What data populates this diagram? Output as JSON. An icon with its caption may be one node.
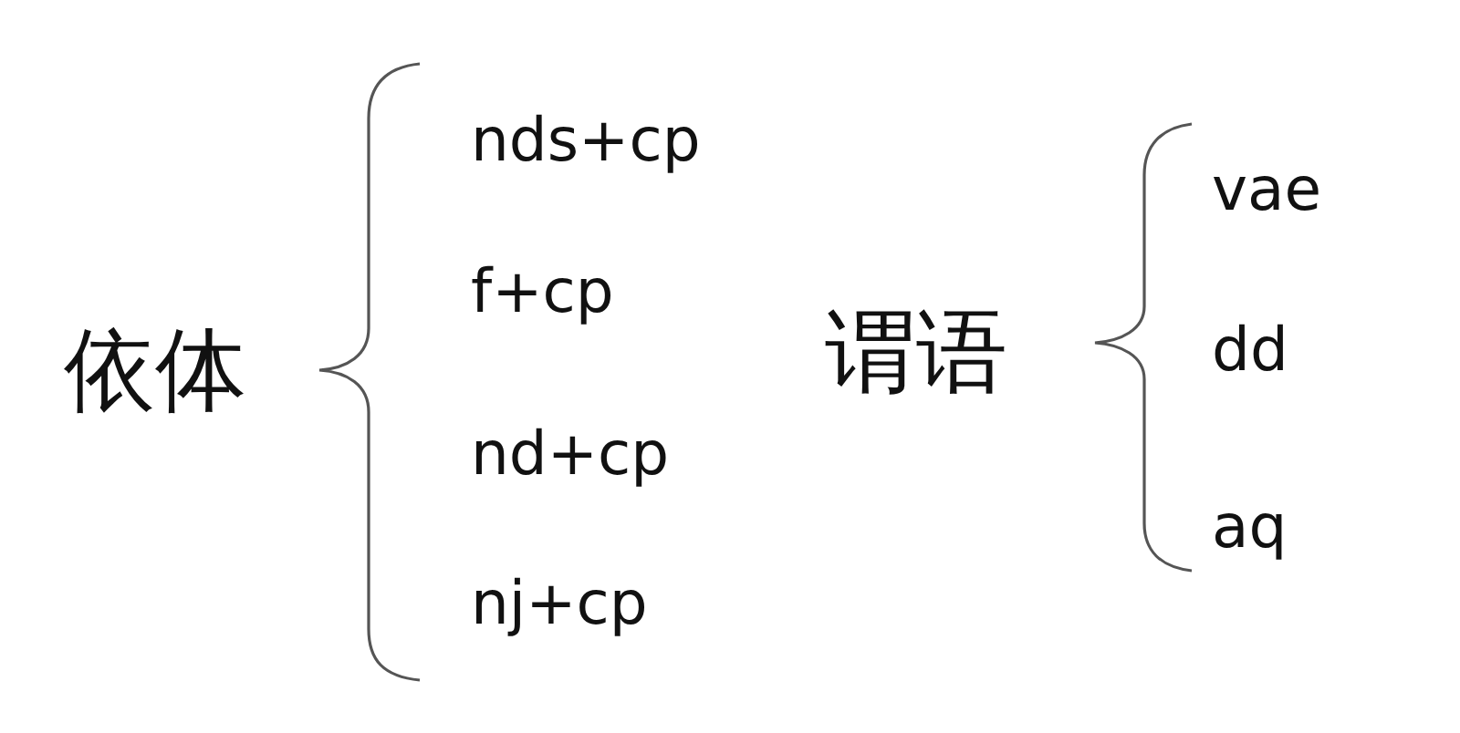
{
  "diagram": {
    "labels": [
      "依体",
      "nds+cp",
      "f+cp",
      "nd+cp",
      "nj+cp",
      "谓语",
      "vae",
      "dd",
      "aq"
    ]
  }
}
